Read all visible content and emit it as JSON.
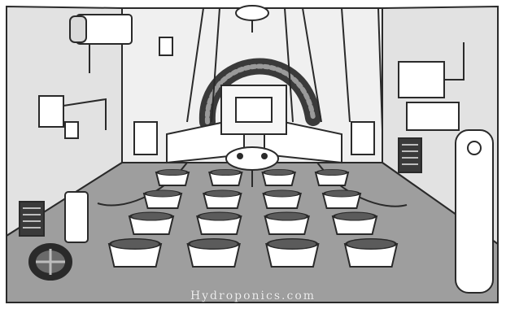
{
  "image": {
    "watermark_text": "Hydroponics.com",
    "subject": "grow-room-illustration",
    "palette": {
      "wall_light": "#f0f0f0",
      "wall_mid": "#d9d9d9",
      "floor": "#9e9e9e",
      "line": "#2a2a2a",
      "pot_fill": "#ffffff",
      "hose_dark": "#3a3a3a"
    },
    "counts": {
      "pots_per_row": 4,
      "pot_rows": 4
    }
  }
}
